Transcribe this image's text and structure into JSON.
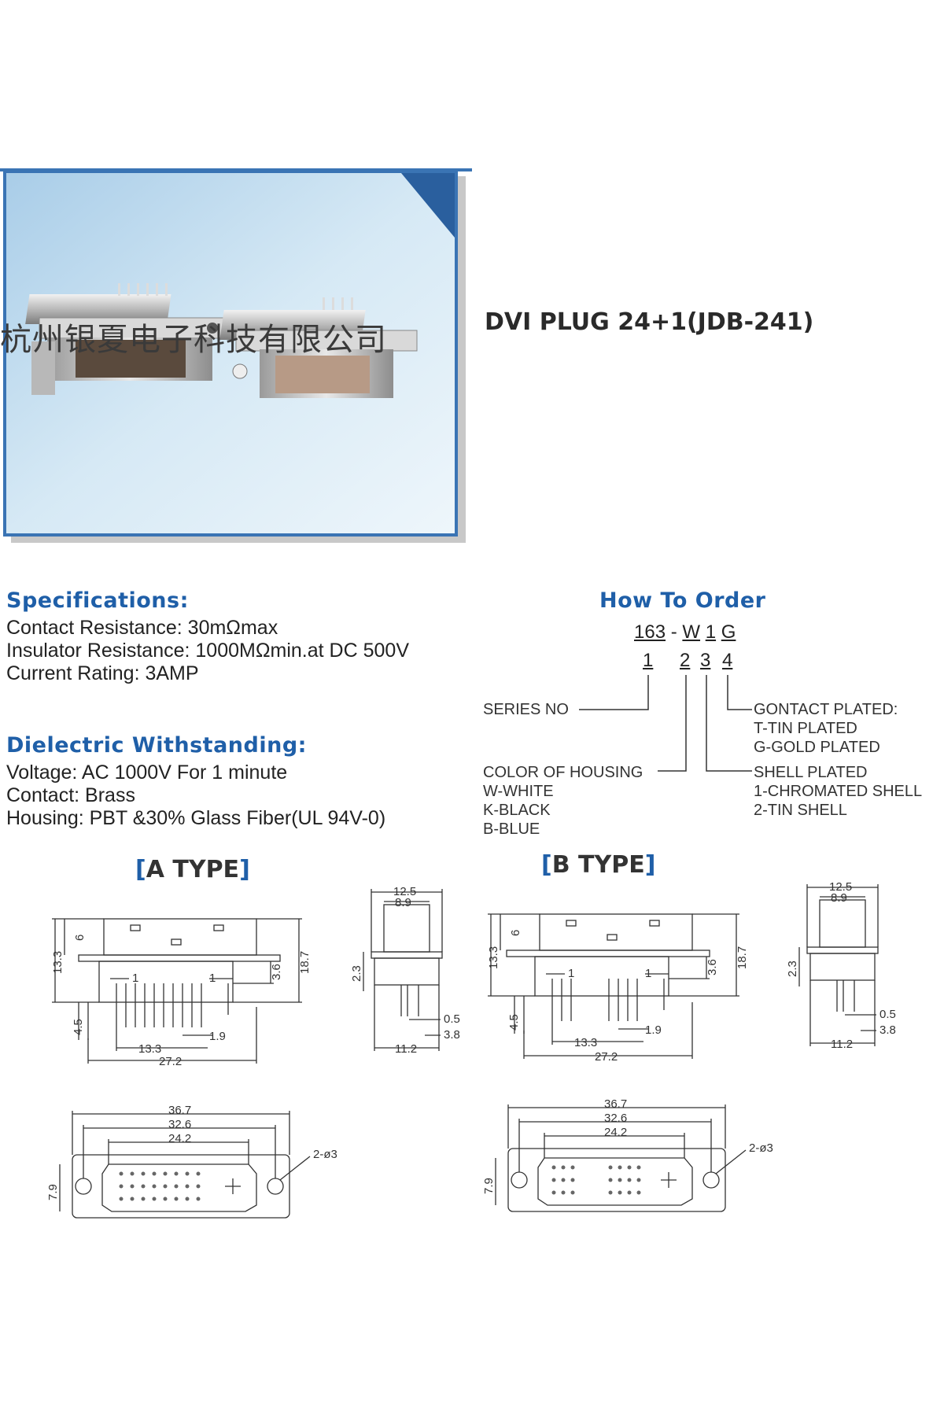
{
  "photo": {
    "watermark": "杭州银夏电子科技有限公司"
  },
  "product_title": "DVI PLUG 24+1(JDB-241)",
  "specifications": {
    "heading": "Specifications:",
    "lines": [
      "Contact Resistance: 30mΩmax",
      "Insulator Resistance: 1000MΩmin.at DC 500V",
      "Current Rating: 3AMP"
    ]
  },
  "dielectric": {
    "heading": "Dielectric Withstanding:",
    "lines": [
      "Voltage: AC 1000V For 1 minute",
      "Contact: Brass",
      "Housing: PBT &30% Glass Fiber(UL 94V-0)"
    ]
  },
  "how_to_order": {
    "heading": "How To Order",
    "code_series": "163",
    "code_sep": "-",
    "code_color": "W",
    "code_shell": "1",
    "code_plating": "G",
    "index_1": "1",
    "index_2": "2",
    "index_3": "3",
    "index_4": "4",
    "series_label": "SERIES NO",
    "color_label": "COLOR OF HOUSING",
    "color_options": [
      "W-WHITE",
      "K-BLACK",
      "B-BLUE"
    ],
    "plating_label": "GONTACT PLATED:",
    "plating_options": [
      "T-TIN PLATED",
      "G-GOLD PLATED"
    ],
    "shell_label": "SHELL PLATED",
    "shell_options": [
      "1-CHROMATED SHELL",
      "2-TIN SHELL"
    ]
  },
  "a_type": {
    "bracket_open": "[",
    "title": "A TYPE",
    "bracket_close": "]",
    "dims": {
      "d6": "6",
      "d13_3": "13.3",
      "d18_7": "18.7",
      "d3_6": "3.6",
      "d4_5": "4.5",
      "pin1_left": "1",
      "pin1_right": "1",
      "d13_3b": "13.3",
      "d1_9": "1.9",
      "d27_2": "27.2",
      "s12_5": "12.5",
      "s8_9": "8.9",
      "s2_3": "2.3",
      "s0_5": "0.5",
      "s3_8": "3.8",
      "s11_2": "11.2",
      "b36_7": "36.7",
      "b32_6": "32.6",
      "b24_2": "24.2",
      "b7_9": "7.9",
      "b_hole": "2-ø3"
    }
  },
  "b_type": {
    "bracket_open": "[",
    "title": "B TYPE",
    "bracket_close": "]",
    "dims": {
      "d6": "6",
      "d13_3": "13.3",
      "d18_7": "18.7",
      "d3_6": "3.6",
      "d4_5": "4.5",
      "pin1_left": "1",
      "pin1_right": "1",
      "d13_3b": "13.3",
      "d1_9": "1.9",
      "d27_2": "27.2",
      "s12_5": "12.5",
      "s8_9": "8.9",
      "s2_3": "2.3",
      "s0_5": "0.5",
      "s3_8": "3.8",
      "s11_2": "11.2",
      "b36_7": "36.7",
      "b32_6": "32.6",
      "b24_2": "24.2",
      "b7_9": "7.9",
      "b_hole": "2-ø3"
    }
  },
  "colors": {
    "accent_blue": "#1f5fa8",
    "photo_bg": "#cfe3f2",
    "photo_border": "#3a74b4"
  }
}
